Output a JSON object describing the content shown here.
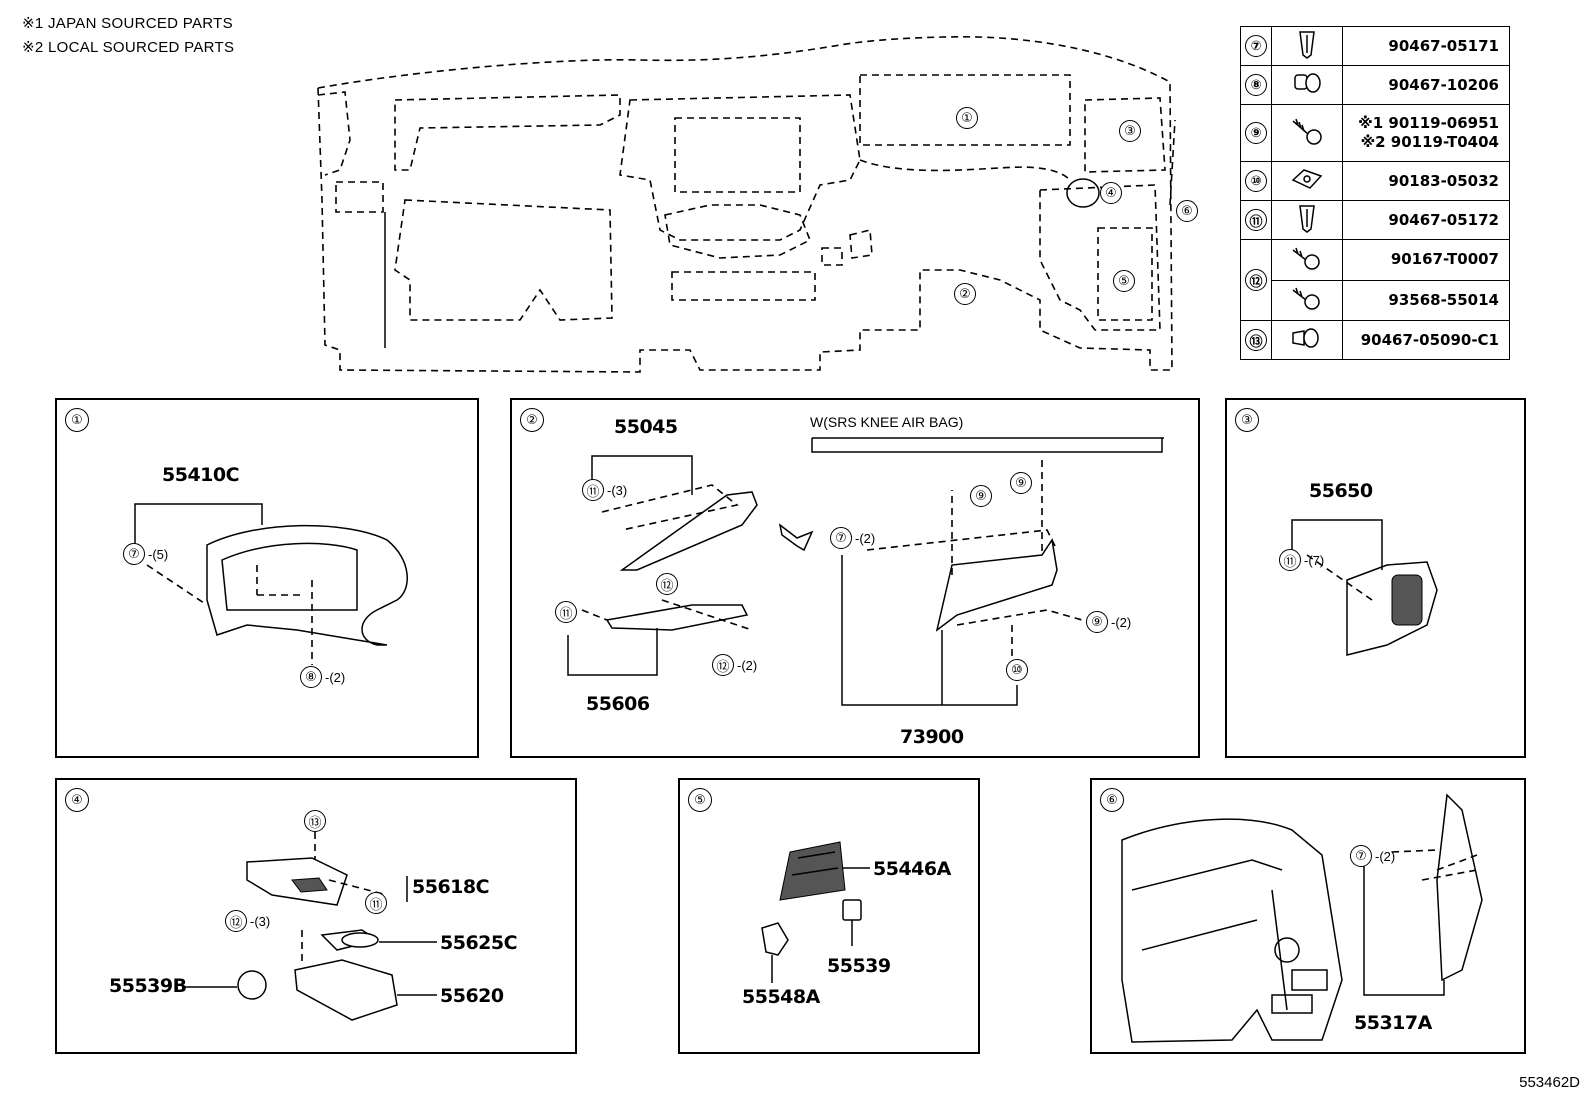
{
  "notes": [
    "※1 JAPAN SOURCED PARTS",
    "※2 LOCAL SOURCED PARTS"
  ],
  "figure_id": "553462D",
  "overview": {
    "callouts": [
      "①",
      "②",
      "③",
      "④",
      "⑤",
      "⑥"
    ]
  },
  "fasteners": [
    {
      "ref": "⑦",
      "icon": "clip-icon",
      "parts": [
        "90467-05171"
      ]
    },
    {
      "ref": "⑧",
      "icon": "push-rivet-icon",
      "parts": [
        "90467-10206"
      ]
    },
    {
      "ref": "⑨",
      "icon": "bolt-icon",
      "parts": [
        "※1 90119-06951",
        "※2 90119-T0404"
      ]
    },
    {
      "ref": "⑩",
      "icon": "nut-clip-icon",
      "parts": [
        "90183-05032"
      ]
    },
    {
      "ref": "⑪",
      "icon": "clip-icon",
      "parts": [
        "90467-05172"
      ]
    },
    {
      "ref": "⑫",
      "icon": "screw-icon",
      "parts": [
        "90167-T0007",
        "93568-55014"
      ]
    },
    {
      "ref": "⑬",
      "icon": "push-clip-icon",
      "parts": [
        "90467-05090-C1"
      ]
    }
  ],
  "panels": {
    "p1": {
      "num": "①",
      "part": "55410C",
      "c7": "⑦",
      "c7q": "-(5)",
      "c8": "⑧",
      "c8q": "-(2)"
    },
    "p2": {
      "num": "②",
      "part_a": "55045",
      "part_b": "55606",
      "part_c": "73900",
      "knee_label": "W(SRS KNEE AIR BAG)",
      "c11a": "⑪",
      "c11aq": "-(3)",
      "c12a": "⑫",
      "c11b": "⑪",
      "c12b": "⑫",
      "c12bq": "-(2)",
      "c7": "⑦",
      "c7q": "-(2)",
      "c9a": "⑨",
      "c9b": "⑨",
      "c9c": "⑨",
      "c9cq": "-(2)",
      "c10": "⑩"
    },
    "p3": {
      "num": "③",
      "part": "55650",
      "c11": "⑪",
      "c11q": "-(7)"
    },
    "p4": {
      "num": "④",
      "part_a": "55618C",
      "part_b": "55625C",
      "part_c": "55620",
      "part_d": "55539B",
      "c13": "⑬",
      "c11": "⑪",
      "c12": "⑫",
      "c12q": "-(3)"
    },
    "p5": {
      "num": "⑤",
      "part_a": "55446A",
      "part_b": "55548A",
      "part_c": "55539"
    },
    "p6": {
      "num": "⑥",
      "part": "55317A",
      "c7": "⑦",
      "c7q": "-(2)"
    }
  }
}
